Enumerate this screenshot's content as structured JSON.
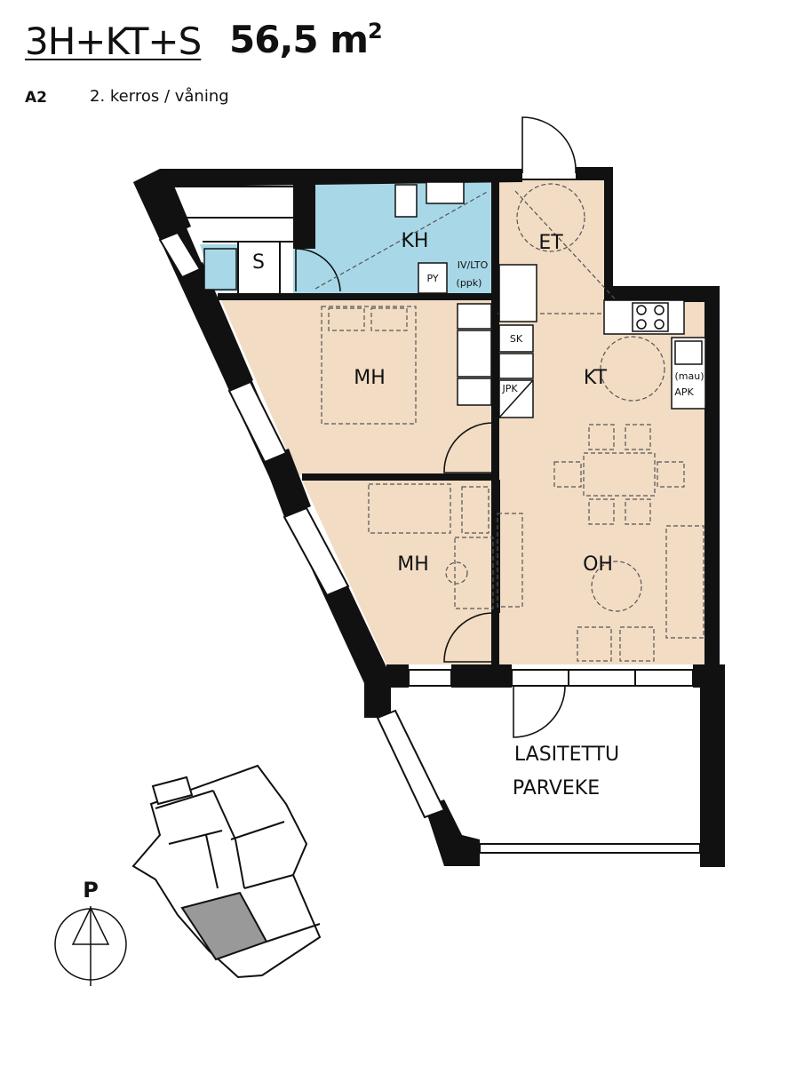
{
  "header": {
    "apartment_type": "3H+KT+S",
    "area": "56,5 m",
    "area_unit_sup": "2",
    "apartment_id": "A2",
    "floor": "2. kerros / våning"
  },
  "rooms": {
    "bathroom": "KH",
    "sauna": "S",
    "entrance": "ET",
    "kitchen": "KT",
    "bedroom_1": "MH",
    "bedroom_2": "MH",
    "living_room": "OH",
    "balcony_line1": "LASITETTU",
    "balcony_line2": "PARVEKE"
  },
  "fixtures": {
    "washer": "PY",
    "ventilation_line1": "IV/LTO",
    "ventilation_line2": "(ppk)",
    "drying_cabinet": "SK",
    "cleaning_cabinet": "JPK",
    "appliance_line1": "(mau)",
    "appliance_line2": "APK"
  },
  "compass": {
    "label": "P"
  },
  "colors": {
    "bathroom": "#a8d8e8",
    "living": "#f2dcc4",
    "wall": "#111111",
    "key_highlight": "#999999"
  }
}
